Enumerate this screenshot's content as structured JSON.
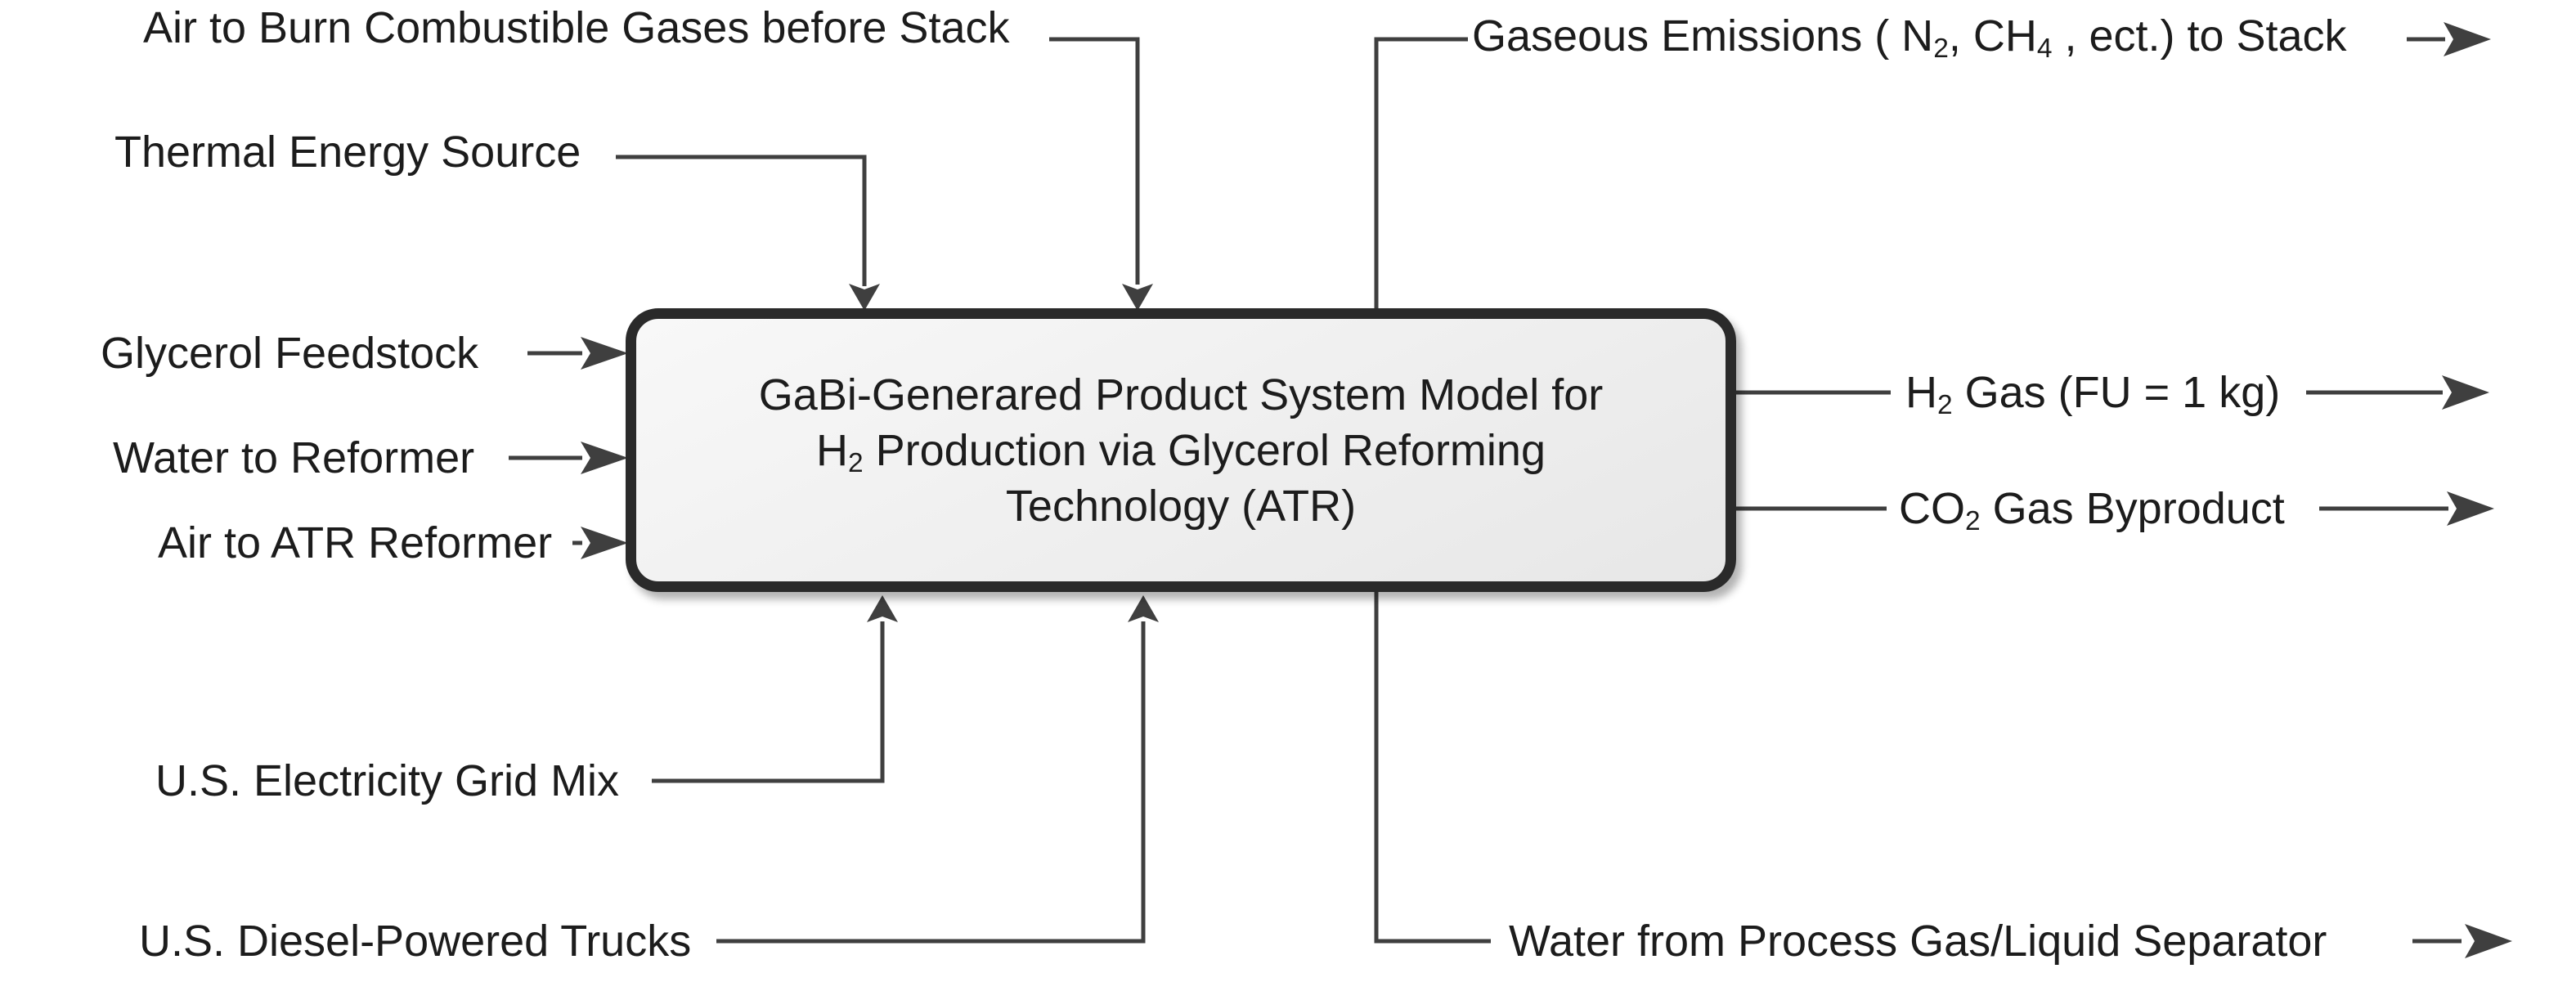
{
  "theme": {
    "background": "#ffffff",
    "text_color": "#1c1c1c",
    "line_color": "#3f3f3f",
    "box_border_color": "#2a2a2a",
    "box_fill_top": "#f8f8f8",
    "box_fill_bottom": "#e7e7e7"
  },
  "diagram": {
    "box": {
      "title_line1": [
        {
          "t": "GaBi-Generared Product System Model for"
        }
      ],
      "title_line2": [
        {
          "t": "H"
        },
        {
          "t": "2",
          "sub": true
        },
        {
          "t": " Production via Glycerol Reforming"
        }
      ],
      "title_line3": [
        {
          "t": "Technology (ATR)"
        }
      ]
    },
    "inputs": {
      "air_burn": [
        {
          "t": "Air to Burn Combustible Gases before Stack"
        }
      ],
      "thermal": [
        {
          "t": "Thermal Energy Source"
        }
      ],
      "glycerol": [
        {
          "t": "Glycerol Feedstock"
        }
      ],
      "water_reformer": [
        {
          "t": "Water to Reformer"
        }
      ],
      "air_atr": [
        {
          "t": "Air to ATR Reformer"
        }
      ],
      "electricity": [
        {
          "t": "U.S. Electricity Grid Mix"
        }
      ],
      "diesel": [
        {
          "t": "U.S. Diesel-Powered Trucks"
        }
      ]
    },
    "outputs": {
      "gaseous": [
        {
          "t": "Gaseous Emissions ( N"
        },
        {
          "t": "2",
          "sub": true
        },
        {
          "t": ", CH"
        },
        {
          "t": "4",
          "sub": true
        },
        {
          "t": " , ect.) to Stack"
        }
      ],
      "h2": [
        {
          "t": "H"
        },
        {
          "t": "2",
          "sub": true
        },
        {
          "t": " Gas (FU = 1 kg)"
        }
      ],
      "co2": [
        {
          "t": "CO"
        },
        {
          "t": "2",
          "sub": true
        },
        {
          "t": " Gas Byproduct"
        }
      ],
      "water_sep": [
        {
          "t": "Water from Process Gas/Liquid Separator"
        }
      ]
    }
  }
}
